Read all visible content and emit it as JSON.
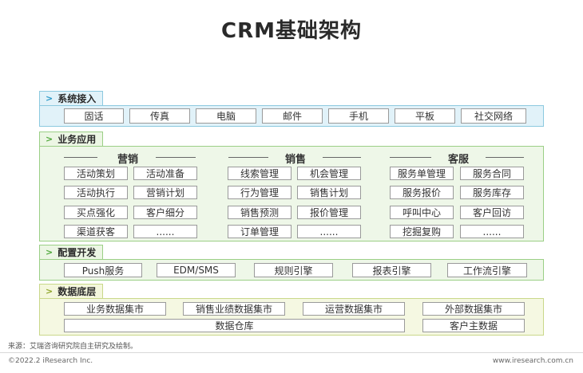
{
  "title": "CRM基础架构",
  "layers": {
    "access": {
      "label": "系统接入",
      "items": [
        "固话",
        "传真",
        "电脑",
        "邮件",
        "手机",
        "平板",
        "社交网络"
      ]
    },
    "business": {
      "label": "业务应用",
      "groups": [
        {
          "title": "营销",
          "items": [
            "活动策划",
            "活动准备",
            "活动执行",
            "营销计划",
            "买点强化",
            "客户细分",
            "渠道获客",
            "......"
          ]
        },
        {
          "title": "销售",
          "items": [
            "线索管理",
            "机会管理",
            "行为管理",
            "销售计划",
            "销售预测",
            "报价管理",
            "订单管理",
            "......"
          ]
        },
        {
          "title": "客服",
          "items": [
            "服务单管理",
            "服务合同",
            "服务报价",
            "服务库存",
            "呼叫中心",
            "客户回访",
            "挖掘复购",
            "......"
          ]
        }
      ]
    },
    "config": {
      "label": "配置开发",
      "items": [
        "Push服务",
        "EDM/SMS",
        "规则引擎",
        "报表引擎",
        "工作流引擎"
      ]
    },
    "data": {
      "label": "数据底层",
      "items": [
        "业务数据集市",
        "销售业绩数据集市",
        "运营数据集市",
        "外部数据集市",
        "数据仓库",
        "客户主数据"
      ]
    }
  },
  "footer": {
    "source": "来源：艾瑞咨询研究院自主研究及绘制。",
    "copyright": "©2022.2 iResearch Inc.",
    "url": "www.iresearch.com.cn"
  },
  "colors": {
    "blue": "#8cc9df",
    "green": "#9bcf86",
    "yellow": "#c9d88a"
  }
}
